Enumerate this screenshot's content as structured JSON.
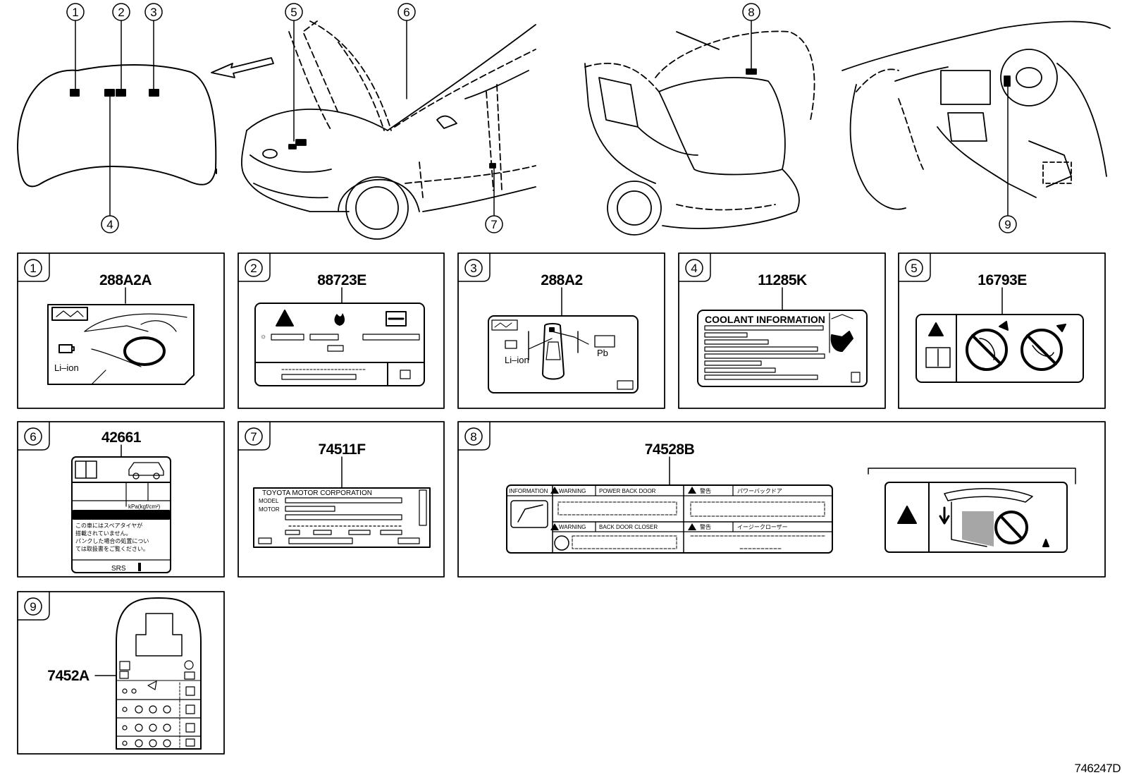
{
  "callouts": [
    "①",
    "②",
    "③",
    "④",
    "⑤",
    "⑥",
    "⑦",
    "⑧",
    "⑨"
  ],
  "panels": [
    {
      "id": "1",
      "part": "288A2A",
      "text": [
        "Li–ion"
      ]
    },
    {
      "id": "2",
      "part": "88723E"
    },
    {
      "id": "3",
      "part": "288A2",
      "text": [
        "Li–ion",
        "Pb"
      ]
    },
    {
      "id": "4",
      "part": "11285K",
      "text": [
        "COOLANT INFORMATION"
      ]
    },
    {
      "id": "5",
      "part": "16793E"
    },
    {
      "id": "6",
      "part": "42661",
      "text": [
        "kPa(kgf/cm²)",
        "この車にはスペアタイヤが",
        "搭載されていません。",
        "パンクした場合の処置につい",
        "ては取扱書をご覧ください。",
        "SRS"
      ]
    },
    {
      "id": "7",
      "part": "74511F",
      "text": [
        "TOYOTA MOTOR CORPORATION",
        "MODEL",
        "MOTOR"
      ]
    },
    {
      "id": "8",
      "part": "74528B",
      "text": [
        "INFORMATION",
        "WARNING",
        "POWER BACK DOOR",
        "警告",
        "パワーバックドア",
        "WARNING",
        "BACK DOOR CLOSER",
        "警告",
        "イージークローザー"
      ]
    },
    {
      "id": "9",
      "part": "7452A"
    }
  ],
  "figure_code": "746247D"
}
